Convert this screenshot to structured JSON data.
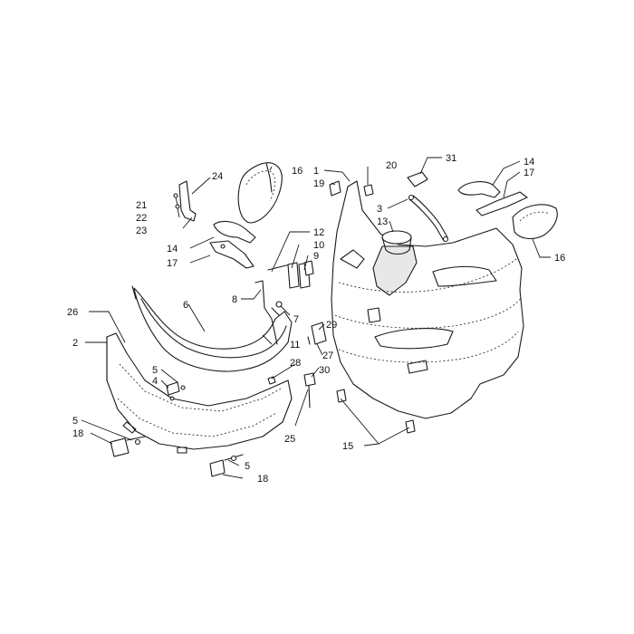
{
  "diagram": {
    "callouts": [
      {
        "id": "c1",
        "text": "1"
      },
      {
        "id": "c2",
        "text": "2"
      },
      {
        "id": "c3",
        "text": "3"
      },
      {
        "id": "c4",
        "text": "4"
      },
      {
        "id": "c5a",
        "text": "5"
      },
      {
        "id": "c5b",
        "text": "5"
      },
      {
        "id": "c5c",
        "text": "5"
      },
      {
        "id": "c6",
        "text": "6"
      },
      {
        "id": "c7",
        "text": "7"
      },
      {
        "id": "c8",
        "text": "8"
      },
      {
        "id": "c9",
        "text": "9"
      },
      {
        "id": "c10",
        "text": "10"
      },
      {
        "id": "c11",
        "text": "11"
      },
      {
        "id": "c12",
        "text": "12"
      },
      {
        "id": "c13",
        "text": "13"
      },
      {
        "id": "c14a",
        "text": "14"
      },
      {
        "id": "c14b",
        "text": "14"
      },
      {
        "id": "c15",
        "text": "15"
      },
      {
        "id": "c16a",
        "text": "16"
      },
      {
        "id": "c16b",
        "text": "16"
      },
      {
        "id": "c17a",
        "text": "17"
      },
      {
        "id": "c17b",
        "text": "17"
      },
      {
        "id": "c18a",
        "text": "18"
      },
      {
        "id": "c18b",
        "text": "18"
      },
      {
        "id": "c19",
        "text": "19"
      },
      {
        "id": "c20",
        "text": "20"
      },
      {
        "id": "c21",
        "text": "21"
      },
      {
        "id": "c22",
        "text": "22"
      },
      {
        "id": "c23",
        "text": "23"
      },
      {
        "id": "c24",
        "text": "24"
      },
      {
        "id": "c25",
        "text": "25"
      },
      {
        "id": "c26",
        "text": "26"
      },
      {
        "id": "c27",
        "text": "27"
      },
      {
        "id": "c28",
        "text": "28"
      },
      {
        "id": "c29",
        "text": "29"
      },
      {
        "id": "c30",
        "text": "30"
      },
      {
        "id": "c31",
        "text": "31"
      }
    ]
  }
}
